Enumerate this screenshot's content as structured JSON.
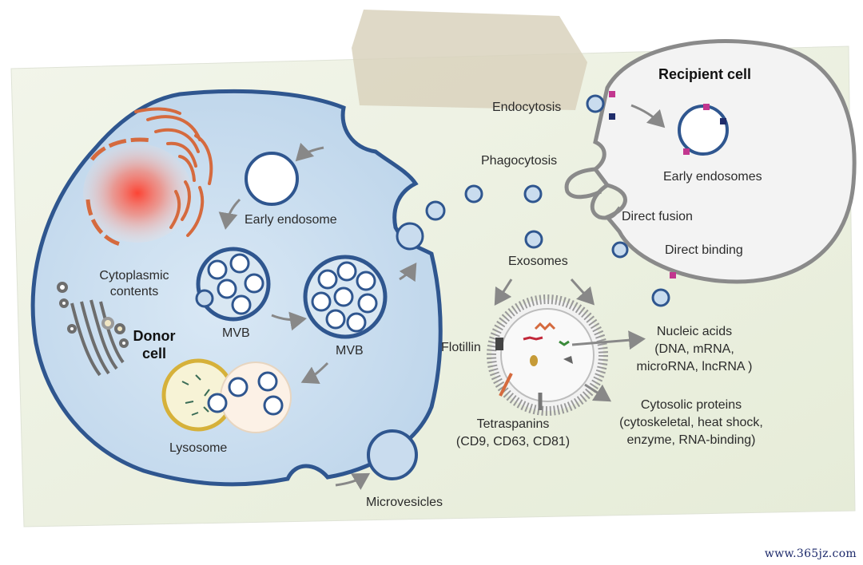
{
  "labels": {
    "recipient_cell": "Recipient cell",
    "endocytosis": "Endocytosis",
    "phagocytosis": "Phagocytosis",
    "early_endosomes": "Early endosomes",
    "direct_fusion": "Direct fusion",
    "direct_binding": "Direct binding",
    "early_endosome": "Early endosome",
    "cytoplasmic_contents_1": "Cytoplasmic",
    "cytoplasmic_contents_2": "contents",
    "mvb_left": "MVB",
    "mvb_right": "MVB",
    "donor_cell_1": "Donor",
    "donor_cell_2": "cell",
    "lysosome": "Lysosome",
    "microvesicles": "Microvesicles",
    "exosomes": "Exosomes",
    "flotillin": "Flotillin",
    "nucleic_acids_1": "Nucleic acids",
    "nucleic_acids_2": "(DNA, mRNA,",
    "nucleic_acids_3": "microRNA, lncRNA )",
    "cytosolic_1": "Cytosolic proteins",
    "cytosolic_2": "(cytoskeletal, heat shock,",
    "cytosolic_3": "enzyme, RNA-binding)",
    "tetraspanins_1": "Tetraspanins",
    "tetraspanins_2": "(CD9, CD63, CD81)"
  },
  "watermark": "www.365jz.com",
  "colors": {
    "background_sheet": "#eef2e3",
    "donor_cell_fill": "#c7dcee",
    "membrane": "#2f568f",
    "recipient_fill": "#f2f2f2",
    "recipient_border": "#8a8a8a",
    "golgi": "#d56a3e",
    "nucleus_glow": "#ff3b2a",
    "lysosome_ring": "#d6b13a",
    "tape": "#d9d2bd"
  }
}
